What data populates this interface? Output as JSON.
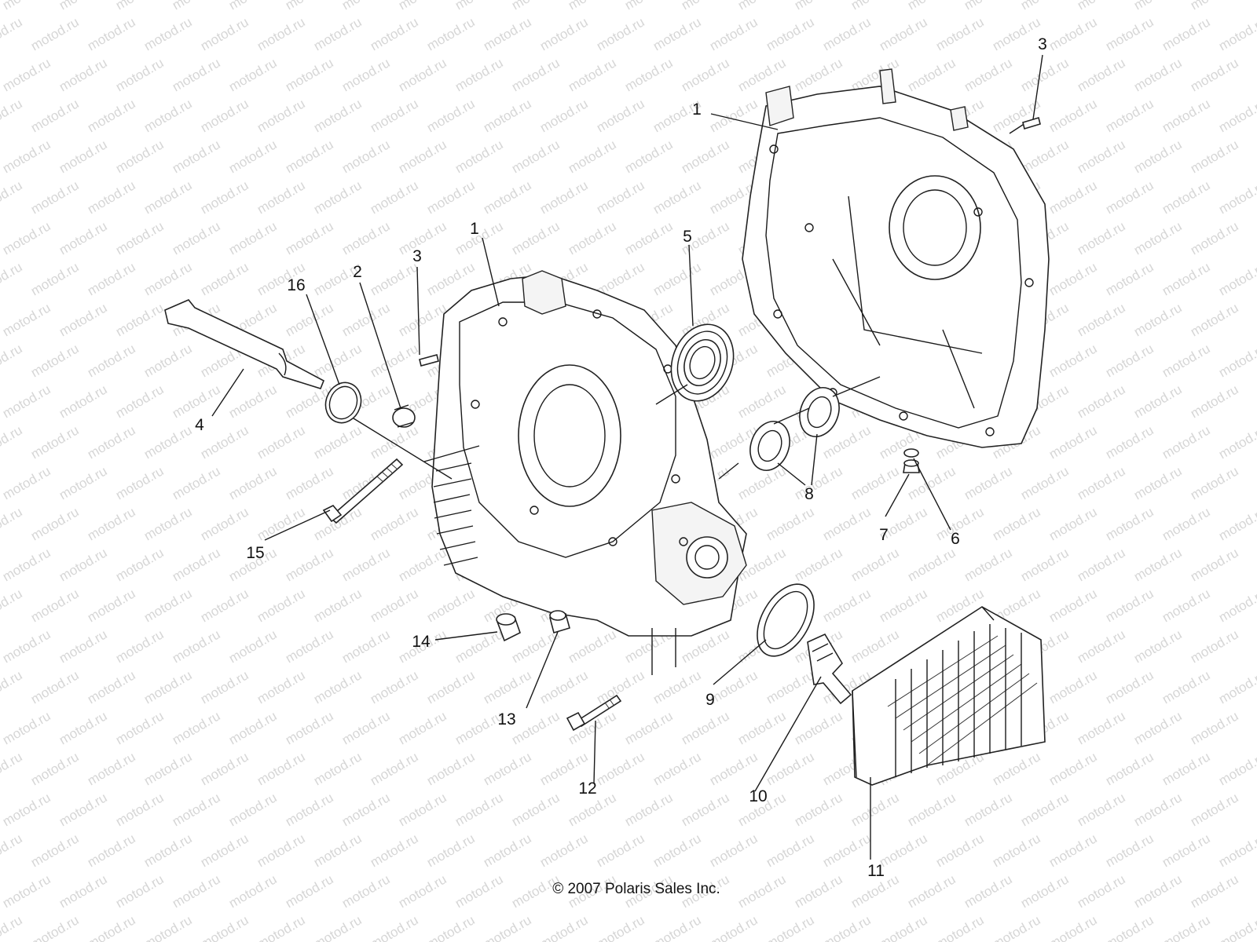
{
  "watermark": "motod.ru",
  "copyright": "© 2007 Polaris Sales Inc.",
  "callouts": [
    {
      "id": "c1a",
      "text": "1"
    },
    {
      "id": "c1b",
      "text": "1"
    },
    {
      "id": "c2",
      "text": "2"
    },
    {
      "id": "c3a",
      "text": "3"
    },
    {
      "id": "c3b",
      "text": "3"
    },
    {
      "id": "c4",
      "text": "4"
    },
    {
      "id": "c5",
      "text": "5"
    },
    {
      "id": "c6",
      "text": "6"
    },
    {
      "id": "c7",
      "text": "7"
    },
    {
      "id": "c8",
      "text": "8"
    },
    {
      "id": "c9",
      "text": "9"
    },
    {
      "id": "c10",
      "text": "10"
    },
    {
      "id": "c11",
      "text": "11"
    },
    {
      "id": "c12",
      "text": "12"
    },
    {
      "id": "c13",
      "text": "13"
    },
    {
      "id": "c14",
      "text": "14"
    },
    {
      "id": "c15",
      "text": "15"
    },
    {
      "id": "c16",
      "text": "16"
    }
  ]
}
